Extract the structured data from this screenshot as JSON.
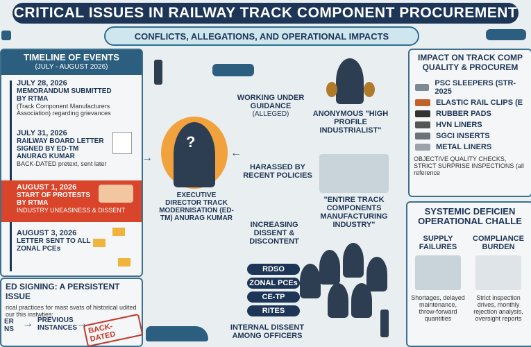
{
  "title": "CRITICAL ISSUES IN RAILWAY TRACK COMPONENT PROCUREMENT",
  "subtitle": "CONFLICTS, ALLEGATIONS, AND OPERATIONAL IMPACTS",
  "timeline": {
    "heading": "TIMELINE OF EVENTS",
    "range": "(JULY - AUGUST 2026)",
    "events": [
      {
        "date": "JULY 28, 2026",
        "title": "MEMORANDUM SUBMITTED BY RTMA",
        "detail": "(Track Component Manufacturers Association) regarding grievances"
      },
      {
        "date": "JULY 31, 2026",
        "title": "RAILWAY BOARD LETTER SIGNED BY ED-TM ANURAG KUMAR",
        "detail": "BACK-DATED pretext, sent later"
      },
      {
        "date": "AUGUST 1, 2026",
        "title": "START OF PROTESTS BY RTMA",
        "detail": "INDUSTRY UNEASINESS & DISSENT"
      },
      {
        "date": "AUGUST 3, 2026",
        "title": "LETTER SENT TO ALL ZONAL PCEs",
        "detail": ""
      }
    ]
  },
  "backdated": {
    "heading": "ED SIGNING: A PERSISTENT ISSUE",
    "text": "rical practices for mast svats of historical udited our this instwties:",
    "left_label": "ER NS",
    "right_label": "PREVIOUS INSTANCES",
    "stamp": "BACK-DATED"
  },
  "center": {
    "official": "EXECUTIVE DIRECTOR TRACK MODERNISATION (ED-TM) ANURAG KUMAR",
    "guidance": "WORKING UNDER GUIDANCE",
    "guidance_note": "(ALLEGED)",
    "industrialist": "ANONYMOUS \"HIGH PROFILE INDUSTRIALIST\"",
    "harassed": "HARASSED BY RECENT POLICIES",
    "industry": "\"ENTIRE TRACK COMPONENTS MANUFACTURING INDUSTRY\"",
    "dissent": "INCREASING DISSENT & DISCONTENT",
    "orgs": [
      "RDSO",
      "ZONAL PCEs",
      "CE-TP",
      "RITES"
    ],
    "internal": "INTERNAL DISSENT AMONG OFFICERS"
  },
  "impact": {
    "heading": "IMPACT ON TRACK COMP QUALITY & PROCUREM",
    "items": [
      "PSC SLEEPERS (STR-2025",
      "ELASTIC RAIL CLIPS (E",
      "RUBBER PADS",
      "HVN LINERS",
      "SGCI INSERTS",
      "METAL LINERS"
    ],
    "note": "OBJECTIVE QUALITY CHECKS, STRICT SURPRISE INSPECTIONS (all reference"
  },
  "systemic": {
    "heading": "SYSTEMIC DEFICIEN OPERATIONAL CHALLE",
    "supply_title": "SUPPLY FAILURES",
    "supply_text": "Shortages, delayed maintenance, throw-forward quantities",
    "compliance_title": "COMPLIANCE BURDEN",
    "compliance_text": "Strict inspection drives, monthly rejection analysis, oversight reports"
  }
}
